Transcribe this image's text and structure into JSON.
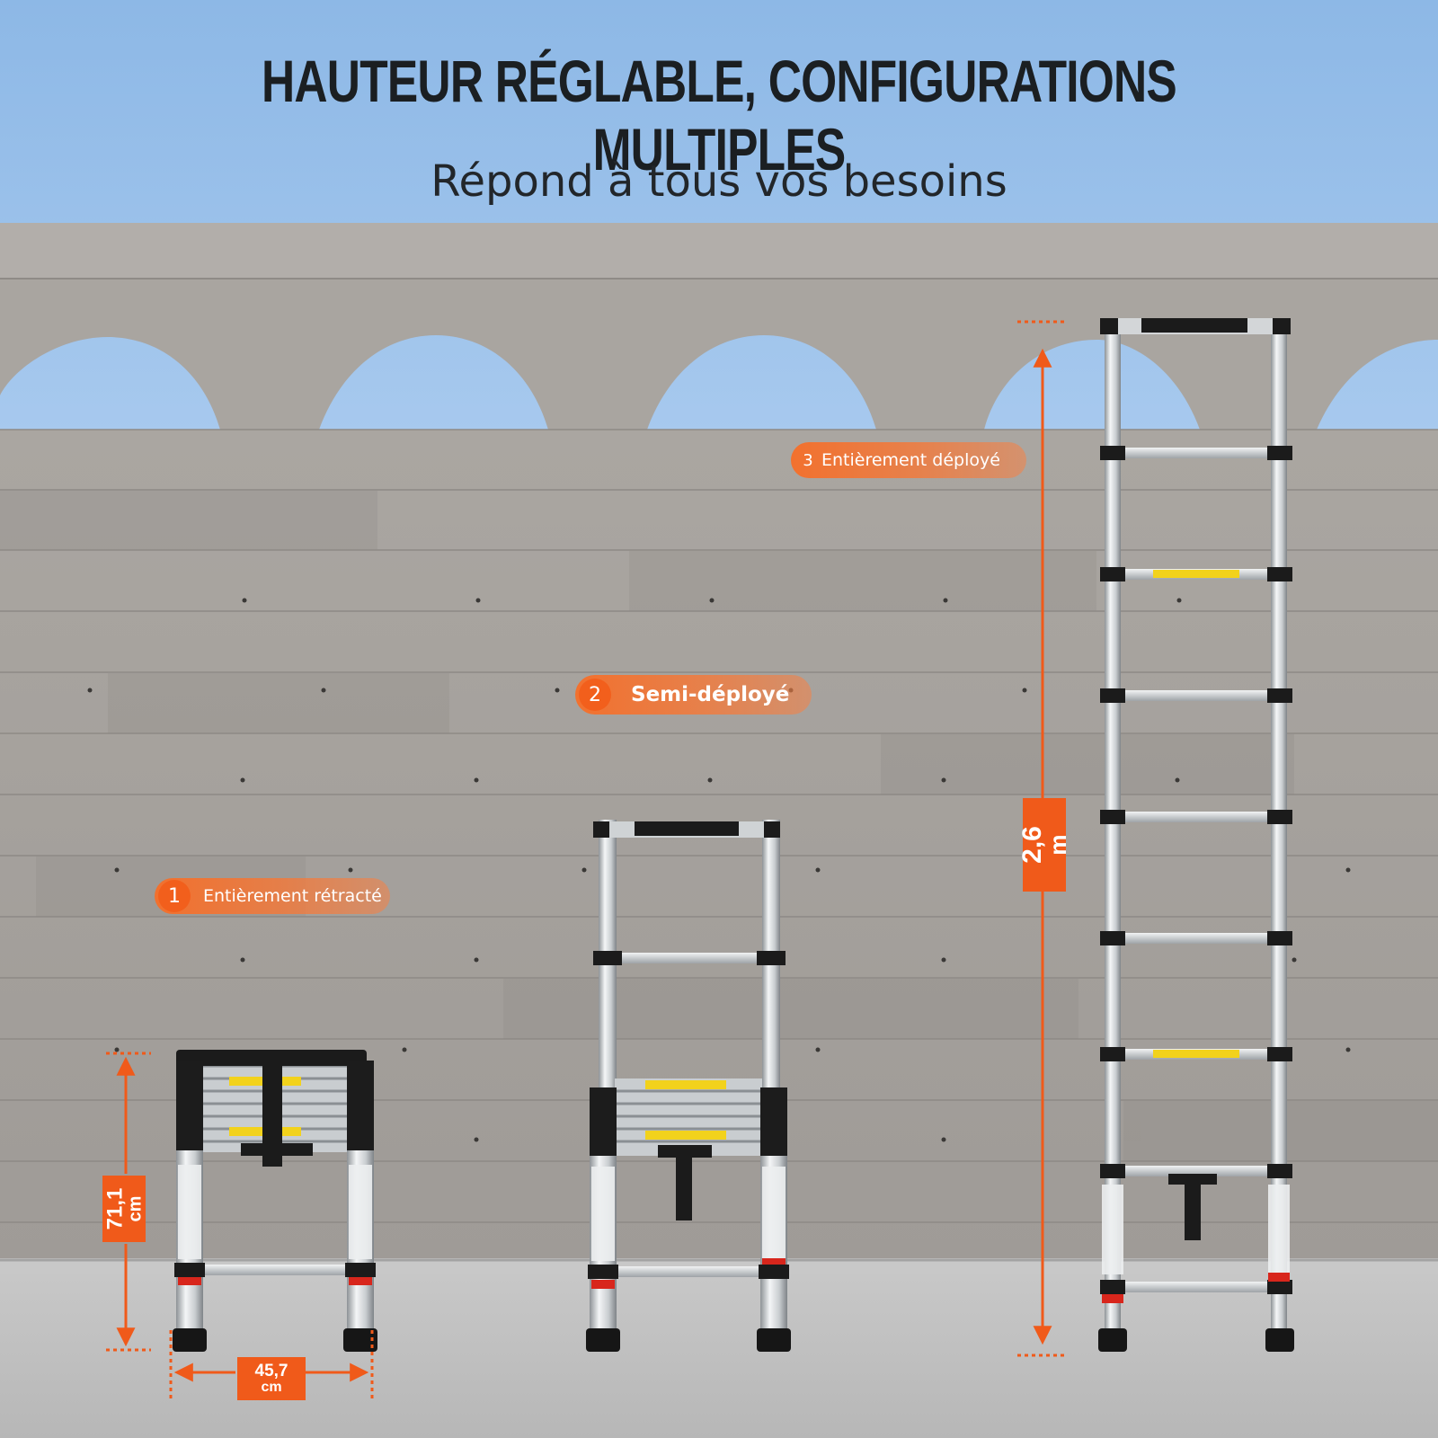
{
  "headline": "HAUTEUR RÉGLABLE, CONFIGURATIONS MULTIPLES",
  "subheadline": "Répond à tous vos besoins",
  "configurations": [
    {
      "number": "1",
      "label": "Entièrement rétracté"
    },
    {
      "number": "2",
      "label": "Semi-déployé"
    },
    {
      "number": "3",
      "label": "Entièrement déployé"
    }
  ],
  "dimensions": {
    "retracted_height": {
      "value": "71,1",
      "unit": "cm"
    },
    "retracted_width": {
      "value": "45,7",
      "unit": "cm"
    },
    "extended_height": {
      "value": "2,6",
      "unit": "m"
    }
  },
  "colors": {
    "sky": "#9cc3ea",
    "wall": "#a7a39f",
    "accent": "#f05a1a",
    "text_dark": "#1b1f22"
  }
}
